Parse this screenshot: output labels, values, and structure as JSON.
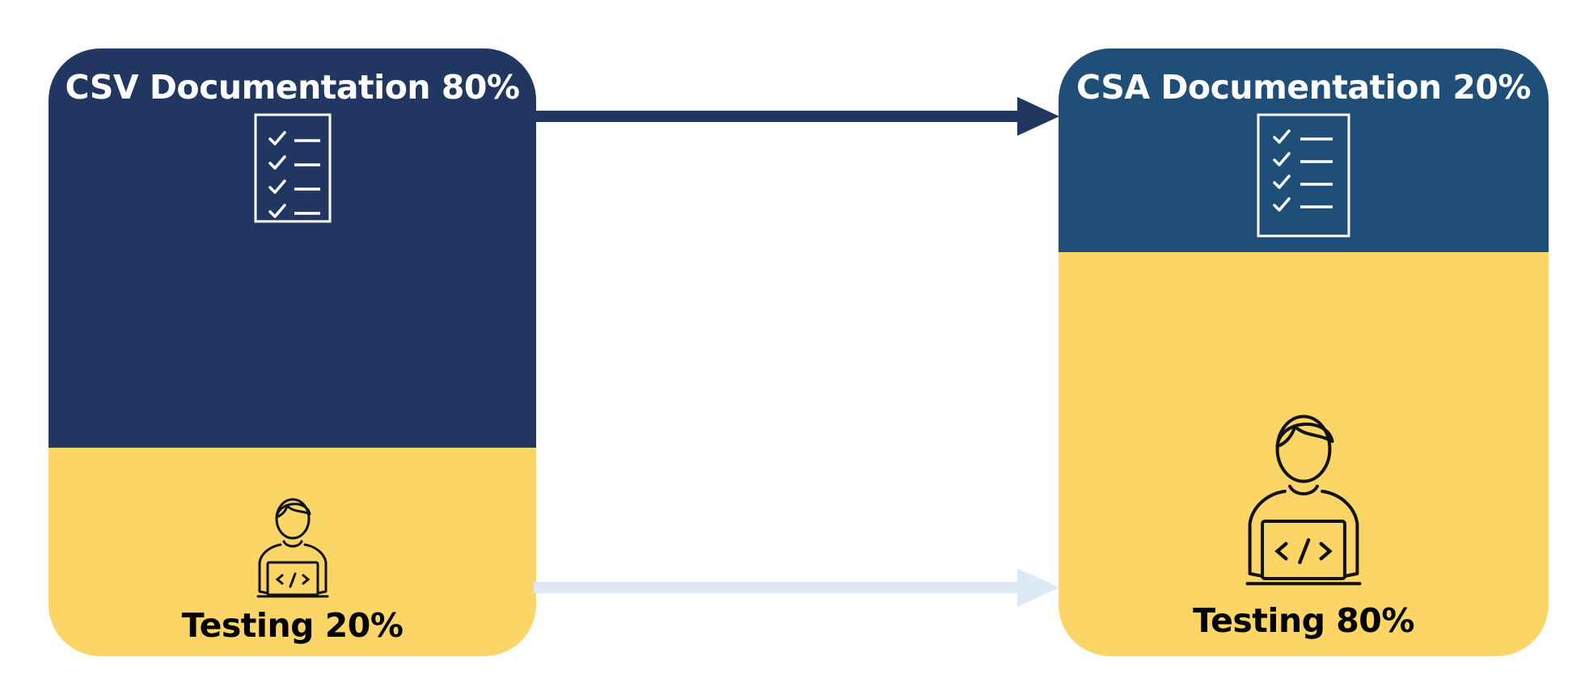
{
  "left_card": {
    "title": "CSV Documentation 80%",
    "testing_label": "Testing 20%",
    "documentation_share": 0.8,
    "testing_share": 0.2,
    "documentation_color": "#213761",
    "testing_color": "#fbd566",
    "documentation_icon": "checklist-icon",
    "testing_icon": "developer-laptop-icon"
  },
  "right_card": {
    "title": "CSA Documentation 20%",
    "testing_label": "Testing 80%",
    "documentation_share": 0.2,
    "testing_share": 0.8,
    "documentation_color": "#1f4e79",
    "testing_color": "#fbd566",
    "documentation_icon": "checklist-icon",
    "testing_icon": "developer-laptop-icon"
  },
  "arrows": {
    "documentation_arrow_color": "#213761",
    "testing_arrow_color": "#dde9f7"
  }
}
